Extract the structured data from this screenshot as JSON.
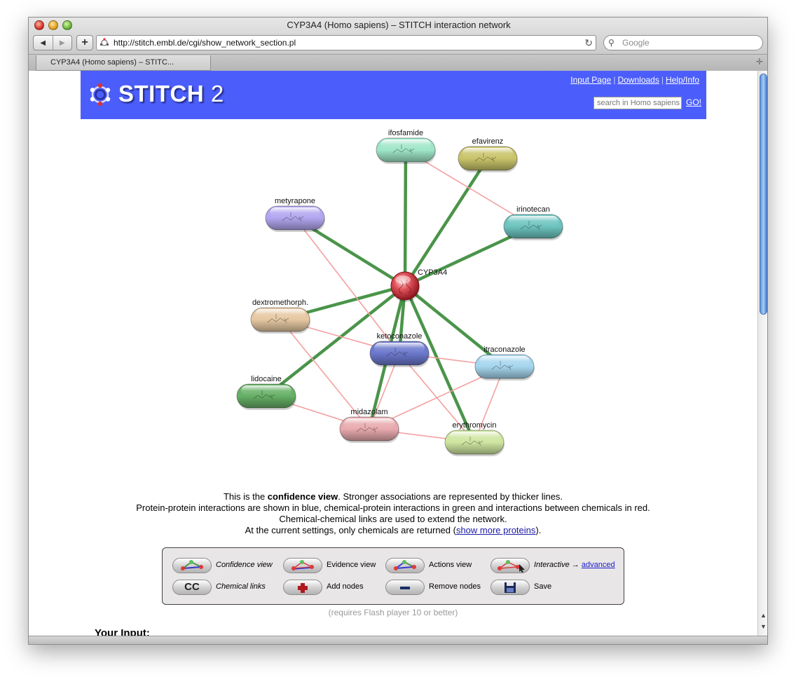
{
  "window": {
    "title": "CYP3A4 (Homo sapiens) – STITCH interaction network"
  },
  "toolbar": {
    "url": "http://stitch.embl.de/cgi/show_network_section.pl",
    "search_placeholder": "Google"
  },
  "tabs": [
    {
      "label": "CYP3A4 (Homo sapiens) – STITC..."
    }
  ],
  "stitch": {
    "logo_text": "STITCH",
    "logo_num": "2",
    "links": {
      "input": "Input Page",
      "downloads": "Downloads",
      "help": "Help/Info"
    },
    "search_placeholder": "search in Homo sapiens",
    "go_label": "GO!"
  },
  "network": {
    "center": {
      "id": "cyp3a4",
      "label": "CYP3A4"
    },
    "nodes": [
      {
        "id": "ifosfamide",
        "label": "ifosfamide",
        "color": "#9fe6c8"
      },
      {
        "id": "efavirenz",
        "label": "efavirenz",
        "color": "#c9c46a"
      },
      {
        "id": "metyrapone",
        "label": "metyrapone",
        "color": "#b3a6f0"
      },
      {
        "id": "irinotecan",
        "label": "irinotecan",
        "color": "#6dc4c0"
      },
      {
        "id": "dextromethorphan",
        "label": "dextromethorph.",
        "color": "#e6c8a2"
      },
      {
        "id": "ketoconazole",
        "label": "ketoconazole",
        "color": "#6b78cc"
      },
      {
        "id": "itraconazole",
        "label": "itraconazole",
        "color": "#a6d6ef"
      },
      {
        "id": "lidocaine",
        "label": "lidocaine",
        "color": "#66b066"
      },
      {
        "id": "midazolam",
        "label": "midazolam",
        "color": "#e8aaae"
      },
      {
        "id": "erythromycin",
        "label": "erythromycin",
        "color": "#cfe6a0"
      }
    ],
    "edges": [
      {
        "from": "cyp3a4",
        "to": "ifosfamide",
        "type": "chemical-protein"
      },
      {
        "from": "cyp3a4",
        "to": "efavirenz",
        "type": "chemical-protein"
      },
      {
        "from": "cyp3a4",
        "to": "metyrapone",
        "type": "chemical-protein"
      },
      {
        "from": "cyp3a4",
        "to": "irinotecan",
        "type": "chemical-protein"
      },
      {
        "from": "cyp3a4",
        "to": "dextromethorphan",
        "type": "chemical-protein"
      },
      {
        "from": "cyp3a4",
        "to": "ketoconazole",
        "type": "chemical-protein"
      },
      {
        "from": "cyp3a4",
        "to": "itraconazole",
        "type": "chemical-protein"
      },
      {
        "from": "cyp3a4",
        "to": "lidocaine",
        "type": "chemical-protein"
      },
      {
        "from": "cyp3a4",
        "to": "midazolam",
        "type": "chemical-protein"
      },
      {
        "from": "cyp3a4",
        "to": "erythromycin",
        "type": "chemical-protein"
      },
      {
        "from": "ifosfamide",
        "to": "irinotecan",
        "type": "chemical-chemical"
      },
      {
        "from": "metyrapone",
        "to": "ketoconazole",
        "type": "chemical-chemical"
      },
      {
        "from": "dextromethorphan",
        "to": "ketoconazole",
        "type": "chemical-chemical"
      },
      {
        "from": "dextromethorphan",
        "to": "midazolam",
        "type": "chemical-chemical"
      },
      {
        "from": "ketoconazole",
        "to": "itraconazole",
        "type": "chemical-chemical"
      },
      {
        "from": "ketoconazole",
        "to": "midazolam",
        "type": "chemical-chemical"
      },
      {
        "from": "ketoconazole",
        "to": "erythromycin",
        "type": "chemical-chemical"
      },
      {
        "from": "lidocaine",
        "to": "midazolam",
        "type": "chemical-chemical"
      },
      {
        "from": "midazolam",
        "to": "itraconazole",
        "type": "chemical-chemical"
      },
      {
        "from": "midazolam",
        "to": "erythromycin",
        "type": "chemical-chemical"
      },
      {
        "from": "itraconazole",
        "to": "erythromycin",
        "type": "chemical-chemical"
      }
    ],
    "edge_colors": {
      "chemical-protein": "#4a944a",
      "chemical-chemical": "#f4a0a0"
    }
  },
  "description": {
    "line1_pre": "This is the ",
    "line1_bold": "confidence view",
    "line1_post": ". Stronger associations are represented by thicker lines.",
    "line2": "Protein-protein interactions are shown in blue, chemical-protein interactions in green and interactions between chemicals in red.",
    "line3": "Chemical-chemical links are used to extend the network.",
    "line4_pre": "At the current settings, only chemicals are returned (",
    "line4_link": "show more proteins",
    "line4_post": ")."
  },
  "view_panel": {
    "confidence": "Confidence view",
    "evidence": "Evidence view",
    "actions": "Actions view",
    "interactive": "Interactive →",
    "advanced": "advanced",
    "cc_text": "CC",
    "chemical_links": "Chemical links",
    "add_nodes": "Add nodes",
    "remove_nodes": "Remove nodes",
    "save": "Save"
  },
  "flash_note": "(requires Flash player 10 or better)",
  "your_input": "Your Input:"
}
